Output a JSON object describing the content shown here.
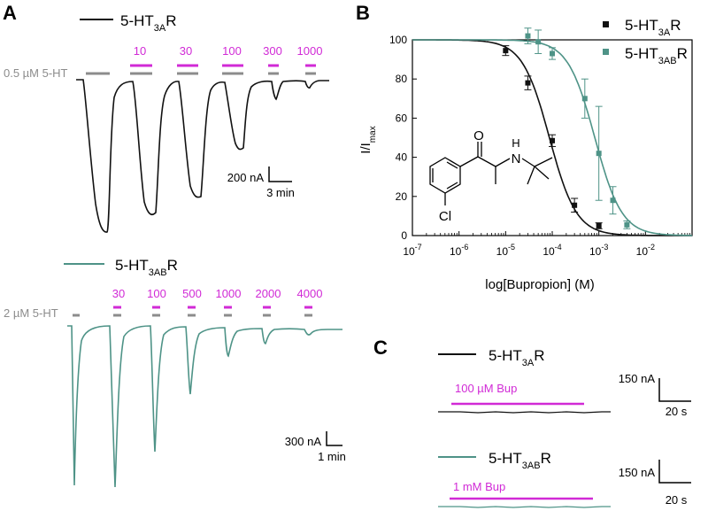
{
  "colors": {
    "black_trace": "#111111",
    "green_trace": "#4e9387",
    "magenta": "#d12ad6",
    "gray": "#8c8c8c"
  },
  "panels": {
    "A": "A",
    "B": "B",
    "C": "C"
  },
  "panelA": {
    "top": {
      "legend_main": "5-HT",
      "legend_sub": "3A",
      "legend_suffix": "R",
      "agonist_label": "0.5 µM 5-HT",
      "concentrations": [
        "10",
        "30",
        "100",
        "300",
        "1000"
      ],
      "scale_current": "200 nA",
      "scale_time": "3 min"
    },
    "bottom": {
      "legend_main": "5-HT",
      "legend_sub": "3AB",
      "legend_suffix": "R",
      "agonist_label": "2 µM 5-HT",
      "concentrations": [
        "30",
        "100",
        "500",
        "1000",
        "2000",
        "4000"
      ],
      "scale_current": "300 nA",
      "scale_time": "1 min"
    }
  },
  "chart_data": {
    "type": "scatter",
    "xlabel": "log[Bupropion] (M)",
    "ylabel_main": "I/I",
    "ylabel_sub": "max",
    "x_scale": "log",
    "xlim": [
      1e-07,
      0.1
    ],
    "ylim": [
      0,
      100
    ],
    "x_ticks": [
      1e-07,
      1e-06,
      1e-05,
      0.0001,
      0.001,
      0.01
    ],
    "x_tick_labels": [
      {
        "base": "10",
        "exp": "-7"
      },
      {
        "base": "10",
        "exp": "-6"
      },
      {
        "base": "10",
        "exp": "-5"
      },
      {
        "base": "10",
        "exp": "-4"
      },
      {
        "base": "10",
        "exp": "-3"
      },
      {
        "base": "10",
        "exp": "-2"
      }
    ],
    "y_ticks": [
      0,
      20,
      40,
      60,
      80,
      100
    ],
    "legend_position": "top-right",
    "grid": false,
    "series": [
      {
        "name": "5-HT3AR",
        "legend_main": "5-HT",
        "legend_sub": "3A",
        "legend_suffix": "R",
        "color": "#111111",
        "x": [
          1e-05,
          3e-05,
          0.0001,
          0.0003,
          0.001
        ],
        "y": [
          94.5,
          78,
          48.5,
          15.5,
          5
        ],
        "err": [
          2.5,
          3.5,
          3,
          3.5,
          1.5
        ],
        "ic50": 8.7e-05,
        "hill": 1.5
      },
      {
        "name": "5-HT3ABR",
        "legend_main": "5-HT",
        "legend_sub": "3AB",
        "legend_suffix": "R",
        "color": "#4e9387",
        "x": [
          3e-05,
          5e-05,
          0.0001,
          0.0005,
          0.001,
          0.002,
          0.004
        ],
        "y": [
          102,
          99,
          93,
          70,
          42,
          18,
          5.5
        ],
        "err": [
          4,
          6,
          3,
          10,
          24,
          7,
          2
        ],
        "ic50": 0.00082,
        "hill": 1.5
      }
    ],
    "inset_structure": {
      "atoms": [
        "O",
        "H",
        "N",
        "Cl"
      ]
    }
  },
  "panelC": {
    "top": {
      "legend_main": "5-HT",
      "legend_sub": "3A",
      "legend_suffix": "R",
      "application": "100 µM Bup",
      "scale_current": "150 nA",
      "scale_time": "20 s"
    },
    "bottom": {
      "legend_main": "5-HT",
      "legend_sub": "3AB",
      "legend_suffix": "R",
      "application": "1 mM Bup",
      "scale_current": "150 nA",
      "scale_time": "20 s"
    }
  }
}
